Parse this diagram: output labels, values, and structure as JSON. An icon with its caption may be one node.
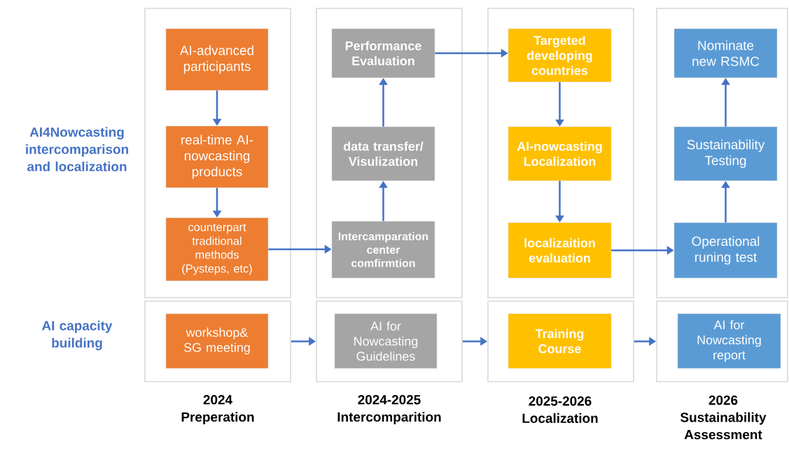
{
  "diagram": {
    "nodes": [
      {
        "text": [],
        "shape": "box"
      },
      {
        "text": [
          "AI-advanced participants"
        ],
        "in": 0
      },
      {
        "text": [
          "real-time AI-nowcasting products"
        ],
        "in": 0
      },
      {
        "text": [
          "counterpart traditional methods (Pysteps, etc)"
        ],
        "in": 0
      },
      {
        "text": [],
        "shape": "box"
      },
      {
        "text": [
          "Performance Evaluation"
        ],
        "in": 4
      },
      {
        "text": [
          "data transfer/ Visulization"
        ],
        "in": 4
      },
      {
        "text": [
          "Intercamparation center comfirmtion"
        ],
        "in": 4
      },
      {
        "text": [],
        "shape": "box"
      },
      {
        "text": [
          "Targeted developing countries"
        ],
        "in": 8
      },
      {
        "text": [
          "AI-nowcasting Localization"
        ],
        "in": 8
      },
      {
        "text": [
          "localizaition evaluation"
        ],
        "in": 8
      },
      {
        "text": [],
        "shape": "box"
      },
      {
        "text": [
          "Nominate new RSMC"
        ],
        "in": 12
      },
      {
        "text": [
          "Sustainability Testing"
        ],
        "in": 12
      },
      {
        "text": [
          "Operational runing test"
        ],
        "in": 12
      },
      {
        "text": [],
        "shape": "box"
      },
      {
        "text": [
          "workshop& SG meeting"
        ],
        "in": 16
      },
      {
        "text": [],
        "shape": "box"
      },
      {
        "text": [
          "AI for Nowcasting Guidelines"
        ],
        "in": 18
      },
      {
        "text": [],
        "shape": "box"
      },
      {
        "text": [
          "Training Course"
        ],
        "in": 20
      },
      {
        "text": [],
        "shape": "box"
      },
      {
        "text": [
          "AI for Nowcasting report"
        ],
        "in": 22
      }
    ],
    "edges": [
      {
        "from": 1,
        "to": 2,
        "arrow": "to"
      },
      {
        "from": 2,
        "to": 3,
        "arrow": "to"
      },
      {
        "from": 3,
        "to": 7,
        "arrow": "to"
      },
      {
        "from": 7,
        "to": 6,
        "arrow": "to"
      },
      {
        "from": 6,
        "to": 5,
        "arrow": "to"
      },
      {
        "from": 5,
        "to": 9,
        "arrow": "to"
      },
      {
        "from": 9,
        "to": 10,
        "arrow": "to"
      },
      {
        "from": 10,
        "to": 11,
        "arrow": "to"
      },
      {
        "from": 11,
        "to": 15,
        "arrow": "to"
      },
      {
        "from": 15,
        "to": 14,
        "arrow": "to"
      },
      {
        "from": 14,
        "to": 13,
        "arrow": "to"
      },
      {
        "from": 16,
        "to": 18,
        "arrow": "to"
      },
      {
        "from": 18,
        "to": 20,
        "arrow": "to"
      },
      {
        "from": 20,
        "to": 22,
        "arrow": "to"
      }
    ],
    "labels": [
      "AI4Nowcasting intercomparison and localization",
      "AI capacity building",
      "2024 Preperation",
      "2024-2025 Intercomparition",
      "2025-2026 Localization",
      "2026 Sustainability Assessment"
    ]
  }
}
